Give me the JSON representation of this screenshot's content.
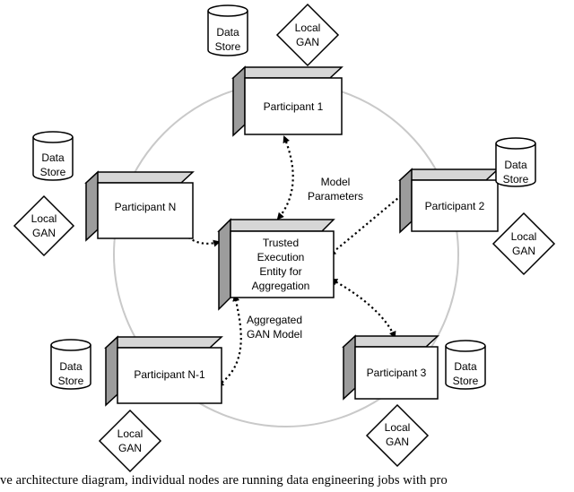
{
  "center": {
    "lines": [
      "Trusted",
      "Execution",
      "Entity for",
      "Aggregation"
    ]
  },
  "participants": [
    {
      "label": "Participant 1"
    },
    {
      "label": "Participant N"
    },
    {
      "label": "Participant 2"
    },
    {
      "label": "Participant N-1"
    },
    {
      "label": "Participant 3"
    }
  ],
  "data_store": {
    "lines": [
      "Data",
      "Store"
    ]
  },
  "local_gan": {
    "lines": [
      "Local",
      "GAN"
    ]
  },
  "annotations": {
    "model_parameters": {
      "lines": [
        "Model",
        "Parameters"
      ],
      "color": "#1f7fd6"
    },
    "aggregated_model": {
      "lines": [
        "Aggregated",
        "GAN Model"
      ],
      "color": "#22b514"
    }
  },
  "caption": "ve architecture diagram, individual nodes are running data engineering jobs with pro"
}
